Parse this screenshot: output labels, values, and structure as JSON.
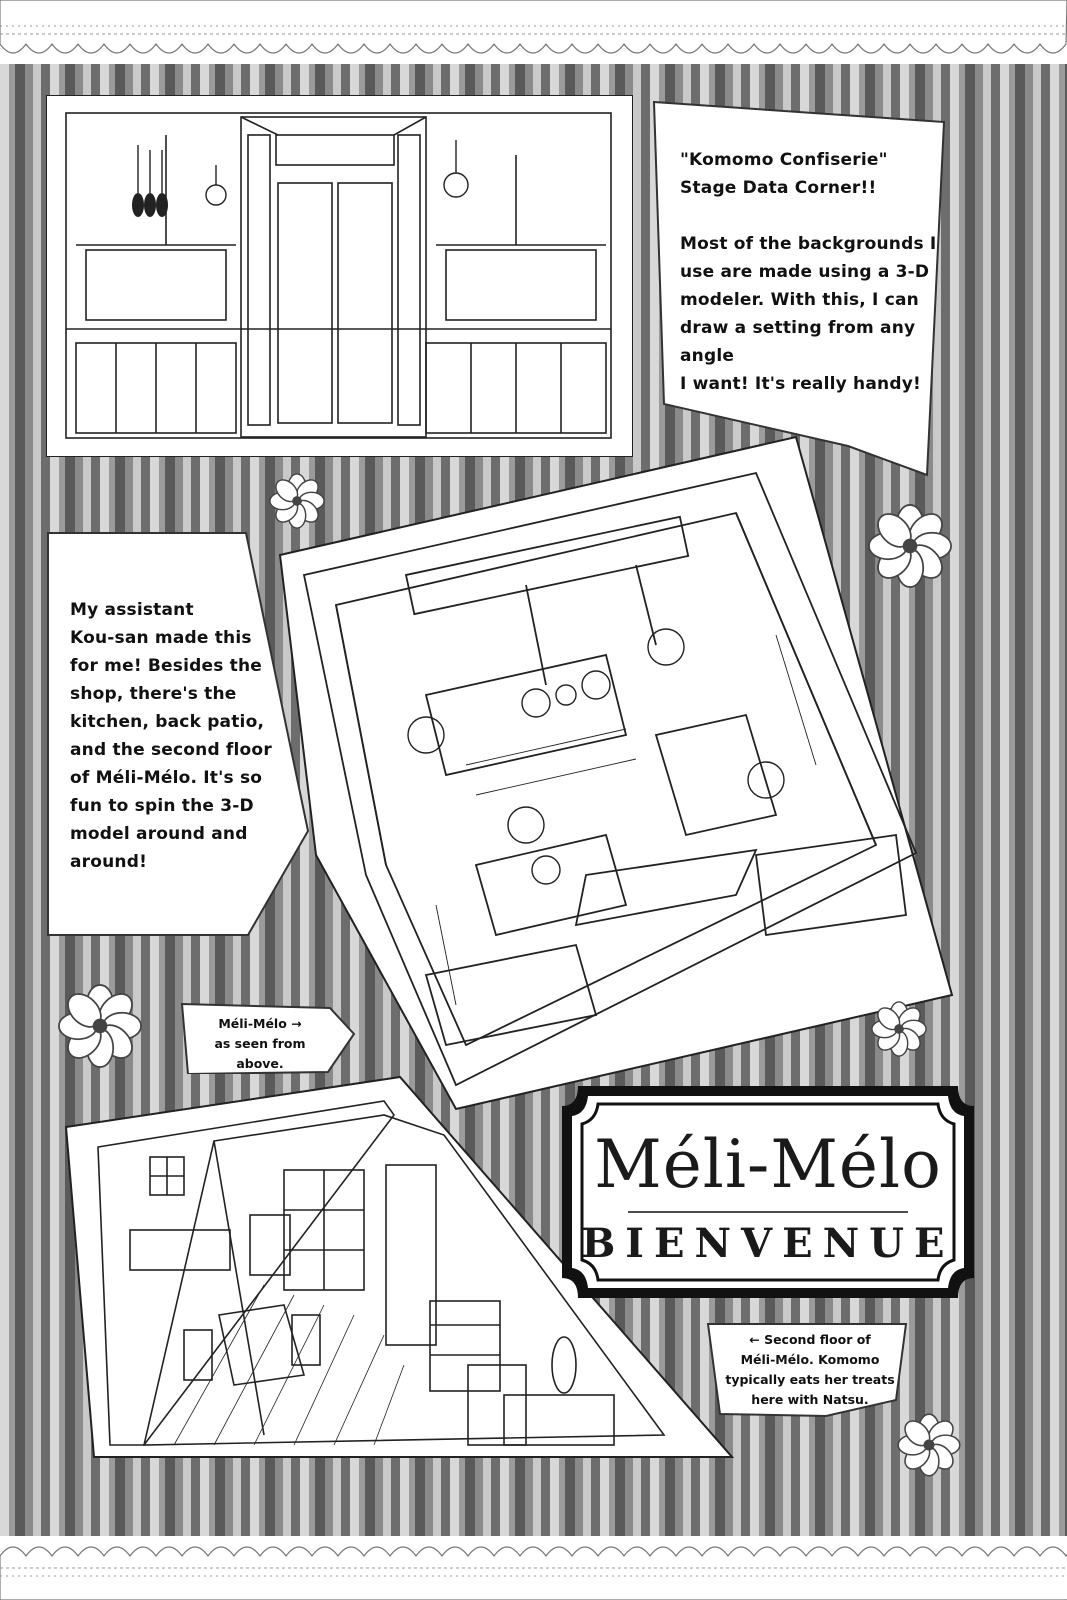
{
  "captions": {
    "stage_data": "\"Komomo Confiserie\"\nStage Data Corner!!\n\nMost of the backgrounds I\nuse are made using a 3-D\nmodeler. With this, I can\ndraw a setting from any angle\nI want! It's really handy!",
    "assistant": "My assistant\nKou-san made this\nfor me! Besides the\nshop, there's the\nkitchen, back patio,\nand the second floor\nof Méli-Mélo. It's so\nfun to spin the 3-D\nmodel around and\naround!",
    "seen_from_above": "Méli-Mélo  →\nas seen from\nabove.",
    "second_floor": "←  Second floor of\nMéli-Mélo. Komomo\ntypically eats her treats\nhere with Natsu."
  },
  "sign": {
    "title": "Méli-Mélo",
    "subtitle": "BIENVENUE"
  },
  "colors": {
    "ink": "#111111",
    "paper": "#ffffff",
    "stripe_dark": "#5a5a5a",
    "stripe_light": "#d8d8d8"
  }
}
